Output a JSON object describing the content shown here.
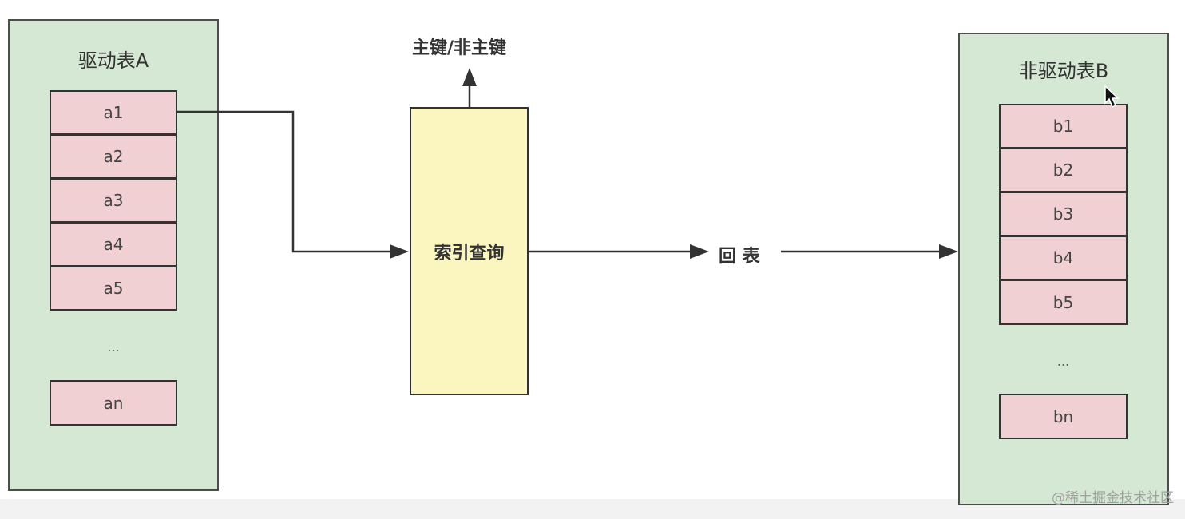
{
  "driving_table": {
    "title": "驱动表A",
    "rows": [
      "a1",
      "a2",
      "a3",
      "a4",
      "a5"
    ],
    "ellipsis": "...",
    "last_row": "an"
  },
  "index_query": {
    "label": "索引查询",
    "output_label": "主键/非主键"
  },
  "back_to_table_label": "回 表",
  "non_driving_table": {
    "title": "非驱动表B",
    "rows": [
      "b1",
      "b2",
      "b3",
      "b4",
      "b5"
    ],
    "ellipsis": "...",
    "last_row": "bn"
  },
  "watermark": "@稀土掘金技术社区",
  "colors": {
    "table_fill": "#d5e8d4",
    "row_fill": "#f0d0d2",
    "index_fill": "#fbf6c0",
    "stroke": "#333333"
  }
}
